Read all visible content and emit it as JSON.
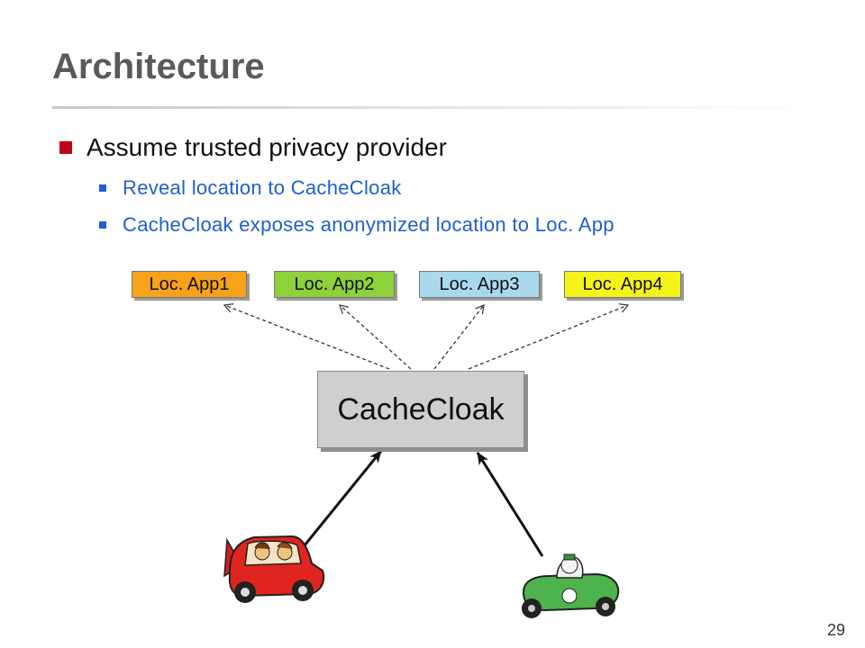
{
  "slide": {
    "title": "Architecture",
    "page_number": "29"
  },
  "bullets": {
    "main": "Assume trusted privacy provider",
    "sub1": "Reveal location to CacheCloak",
    "sub2": "CacheCloak exposes anonymized location to Loc. App"
  },
  "apps": [
    {
      "label": "Loc. App1",
      "color": "#f7a21b"
    },
    {
      "label": "Loc. App2",
      "color": "#8fd13a"
    },
    {
      "label": "Loc. App3",
      "color": "#a9d9ec"
    },
    {
      "label": "Loc. App4",
      "color": "#f4f41a"
    }
  ],
  "center": {
    "label": "CacheCloak"
  },
  "icons": [
    "red-car-icon",
    "green-car-icon"
  ]
}
